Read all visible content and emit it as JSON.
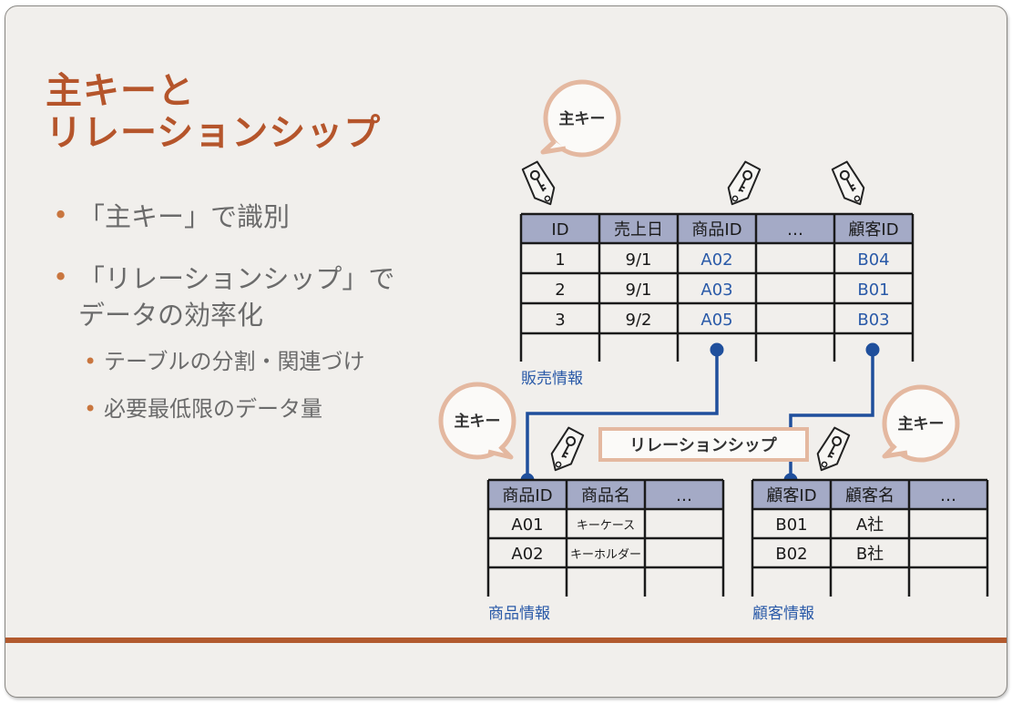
{
  "title": {
    "line1": "主キーと",
    "line2": "リレーションシップ"
  },
  "bullets": [
    {
      "text": "「主キー」で識別"
    },
    {
      "text": "「リレーションシップ」で",
      "text2": "データの効率化"
    }
  ],
  "sub_bullets": [
    {
      "text": "テーブルの分割・関連づけ"
    },
    {
      "text": "必要最低限のデータ量"
    }
  ],
  "bubbles": {
    "primary_key": "主キー"
  },
  "relationship_label": "リレーションシップ",
  "sales_table": {
    "caption": "販売情報",
    "headers": [
      "ID",
      "売上日",
      "商品ID",
      "…",
      "顧客ID"
    ],
    "rows": [
      [
        "1",
        "9/1",
        "A02",
        "",
        "B04"
      ],
      [
        "2",
        "9/1",
        "A03",
        "",
        "B01"
      ],
      [
        "3",
        "9/2",
        "A05",
        "",
        "B03"
      ]
    ]
  },
  "product_table": {
    "caption": "商品情報",
    "headers": [
      "商品ID",
      "商品名",
      "…"
    ],
    "rows": [
      [
        "A01",
        "キーケース",
        ""
      ],
      [
        "A02",
        "キーホルダー",
        ""
      ]
    ]
  },
  "customer_table": {
    "caption": "顧客情報",
    "headers": [
      "顧客ID",
      "顧客名",
      "…"
    ],
    "rows": [
      [
        "B01",
        "A社",
        ""
      ],
      [
        "B02",
        "B社",
        ""
      ]
    ]
  },
  "colors": {
    "title": "#b5552b",
    "bullet_dot": "#c9763f",
    "header_fill": "#a4aac6",
    "link_blue": "#1f4f9c",
    "bubble_ring": "#e4b8a0",
    "bottom_bar": "#b25a2e"
  },
  "icons": {
    "tag": "key-tag-icon"
  }
}
